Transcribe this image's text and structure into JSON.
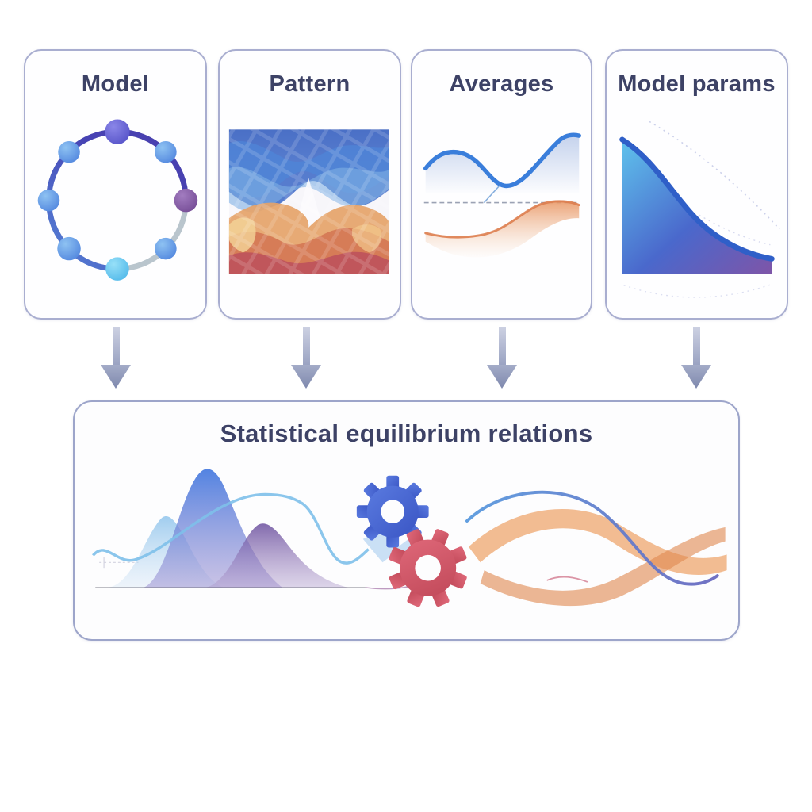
{
  "canvas": {
    "background": "#ffffff"
  },
  "cards": [
    {
      "title": "Model",
      "graphic": "node-ring-icon"
    },
    {
      "title": "Pattern",
      "graphic": "wave-mosaic-icon"
    },
    {
      "title": "Averages",
      "graphic": "average-curves-icon"
    },
    {
      "title": "Model params",
      "graphic": "decay-curve-icon"
    }
  ],
  "result_panel": {
    "title": "Statistical equilibrium relations",
    "graphics": [
      "distribution-peaks-icon",
      "gear-icon-blue",
      "gear-icon-red",
      "orange-ribbon-wave-icon",
      "blue-sine-curve-icon"
    ]
  },
  "colors": {
    "card_border": "#a9aed0",
    "panel_border": "#9da5ca",
    "title_text": "#3d4266",
    "arrow": "#8e97bb",
    "ring_blue": "#4a6fd0",
    "ring_indigo": "#4338b0",
    "ring_gray": "#b9c5cd",
    "node_blue": "#5590e6",
    "node_indigo": "#5956d0",
    "node_purple": "#7d4f9b",
    "node_cyan": "#54c0ee",
    "wave_blue": "#3a7edb",
    "wave_orange": "#e08a5c",
    "mosaic_deep_blue": "#2d55b8",
    "mosaic_crimson": "#b84a5c",
    "peak_blue": "#4a7de0",
    "peak_purple": "#6b4f9e",
    "peak_light_blue": "#8fc4ec",
    "gear_blue": "#4a6bd4",
    "gear_red": "#cf5064",
    "decay_fill_start": "#5fc2ec",
    "decay_fill_end": "#7e55a8"
  }
}
